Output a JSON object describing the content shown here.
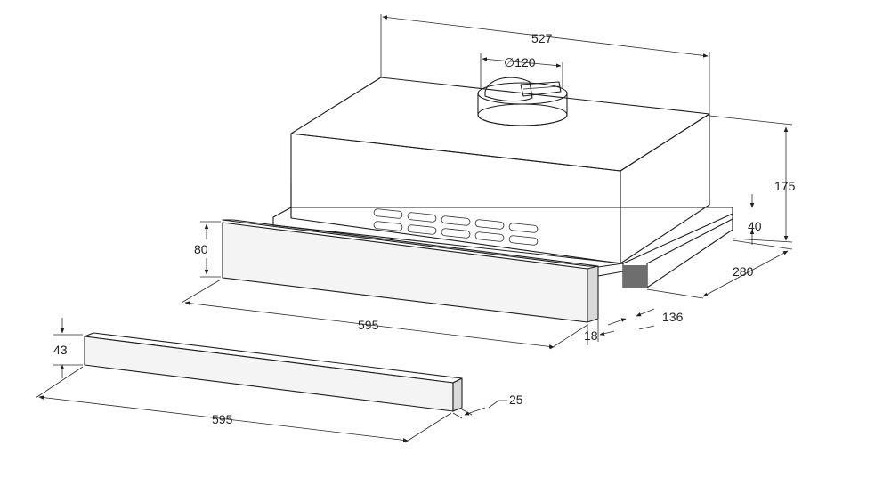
{
  "diagram": {
    "subject": "telescopic cooker hood technical drawing",
    "stroke_color": "#1e1e1e",
    "background_color": "#ffffff",
    "dimensions": {
      "width_top": "527",
      "duct_diameter": "∅120",
      "height_total": "175",
      "height_base": "40",
      "depth": "280",
      "extension": "136",
      "front_panel_thickness": "18",
      "front_panel_height": "80",
      "front_panel_width": "595",
      "trim_height": "43",
      "trim_width": "595",
      "trim_depth": "25"
    }
  }
}
